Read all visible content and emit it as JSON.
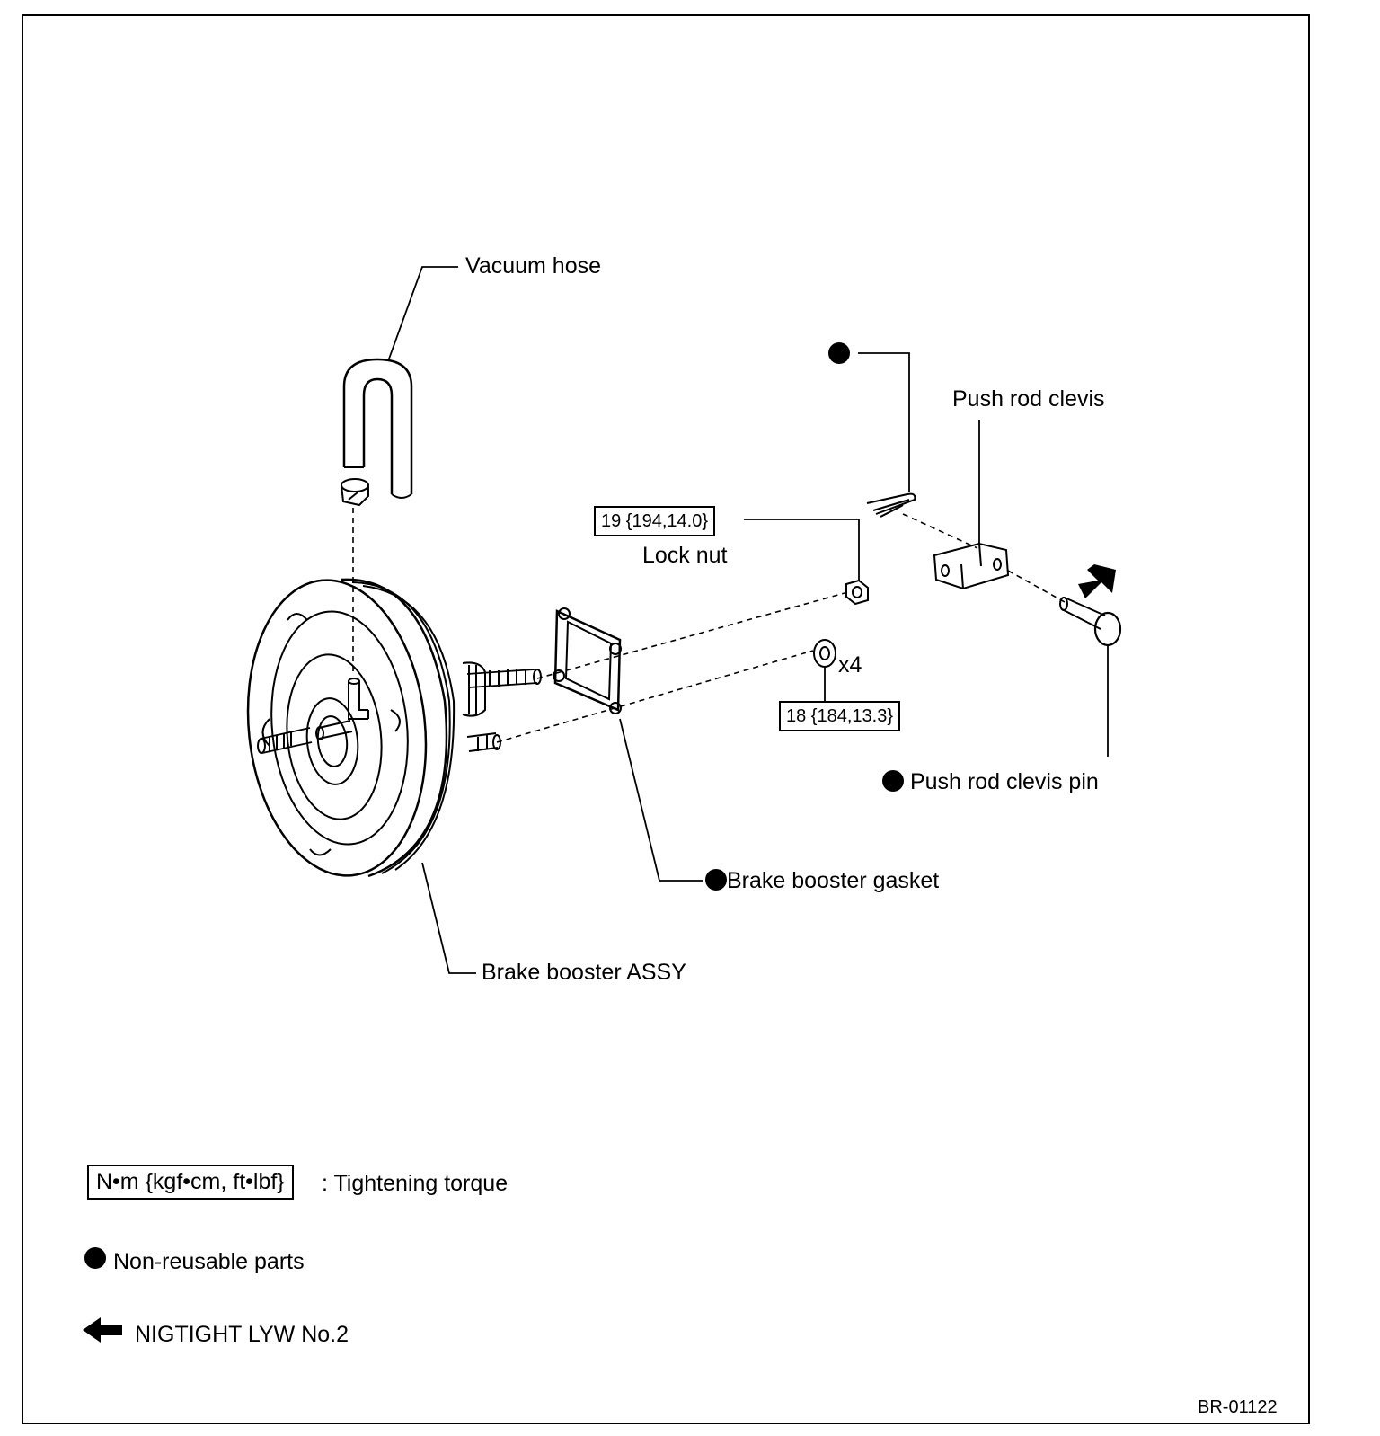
{
  "labels": {
    "vacuum_hose": "Vacuum hose",
    "push_rod_clevis": "Push rod clevis",
    "lock_nut": "Lock nut",
    "lock_nut_torque": "19 {194,14.0}",
    "nut_torque": "18 {184,13.3}",
    "nut_count": "x4",
    "push_rod_clevis_pin": "Push rod clevis pin",
    "brake_booster_gasket": "Brake booster gasket",
    "brake_booster_assy": "Brake booster ASSY"
  },
  "legend": {
    "torque_units": "N•m {kgf•cm, ft•lbf}",
    "torque_desc": ": Tightening torque",
    "non_reusable": "Non-reusable parts",
    "grease": "NIGTIGHT LYW No.2"
  },
  "figure_code": "BR-01122"
}
